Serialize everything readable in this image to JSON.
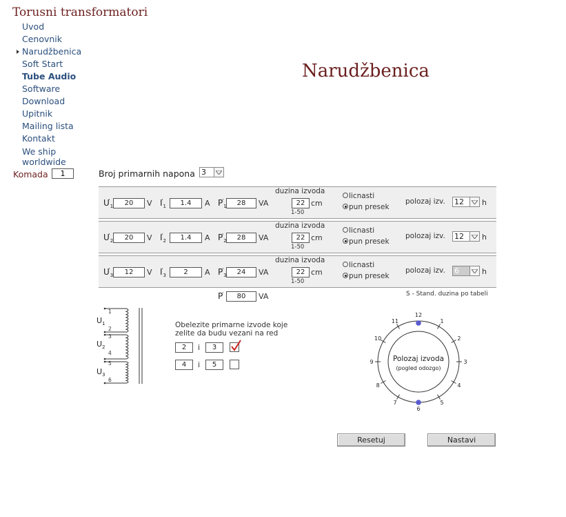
{
  "site": {
    "title": "Torusni transformatori"
  },
  "nav": {
    "items": [
      {
        "label": "Uvod"
      },
      {
        "label": "Cenovnik"
      },
      {
        "label": "Narudžbenica"
      },
      {
        "label": "Soft Start"
      },
      {
        "label": "Tube Audio"
      },
      {
        "label": "Software"
      },
      {
        "label": "Download"
      },
      {
        "label": "Upitnik"
      },
      {
        "label": "Mailing lista"
      },
      {
        "label": "Kontakt"
      },
      {
        "label": "We ship worldwide"
      }
    ],
    "active": "Narudžbenica"
  },
  "komada": {
    "label": "Komada",
    "value": "1"
  },
  "page": {
    "heading": "Narudžbenica"
  },
  "broj": {
    "label": "Broj primarnih napona",
    "value": "3"
  },
  "common": {
    "u": "U",
    "i": "I",
    "p": "P",
    "prime": "'",
    "unit_v": "V",
    "unit_a": "A",
    "unit_va": "VA",
    "unit_cm": "cm",
    "unit_h": "h",
    "duzina": "duzina izvoda",
    "range": "1-50",
    "radio_licnasti": "licnasti",
    "radio_pun": "pun presek",
    "polozaj": "polozaj izv."
  },
  "rows": [
    {
      "n": "1",
      "u": "20",
      "i": "1.4",
      "p": "28",
      "duzina": "22",
      "polozaj": "12",
      "disabled": false
    },
    {
      "n": "2",
      "u": "20",
      "i": "1.4",
      "p": "28",
      "duzina": "22",
      "polozaj": "12",
      "disabled": false
    },
    {
      "n": "3",
      "u": "12",
      "i": "2",
      "p": "24",
      "duzina": "22",
      "polozaj": "6",
      "disabled": true
    }
  ],
  "total": {
    "label": "P",
    "prime": "'",
    "value": "80",
    "unit": "VA"
  },
  "stand_note": "S - Stand. duzina po tabeli",
  "instruction": {
    "line1": "Obelezite primarne izvode koje",
    "line2": "zelite da budu vezani na red"
  },
  "pairs": [
    {
      "a": "2",
      "sep": "i",
      "b": "3",
      "checked": true
    },
    {
      "a": "4",
      "sep": "i",
      "b": "5",
      "checked": false
    }
  ],
  "winding": {
    "labels": [
      "U",
      "U",
      "U"
    ],
    "subs": [
      "1",
      "2",
      "3"
    ],
    "pins": [
      "1",
      "2",
      "3",
      "4",
      "5",
      "6"
    ]
  },
  "clock": {
    "title": "Polozaj izvoda",
    "subtitle": "(pogled odozgo)",
    "numbers": [
      "12",
      "1",
      "2",
      "3",
      "4",
      "5",
      "6",
      "7",
      "8",
      "9",
      "10",
      "11"
    ],
    "marker_color": "#5a5acf"
  },
  "buttons": {
    "reset": "Resetuj",
    "next": "Nastavi"
  },
  "colors": {
    "brand": "#6b1f1f",
    "nav": "#2b4f7d",
    "check": "#cc2222"
  }
}
